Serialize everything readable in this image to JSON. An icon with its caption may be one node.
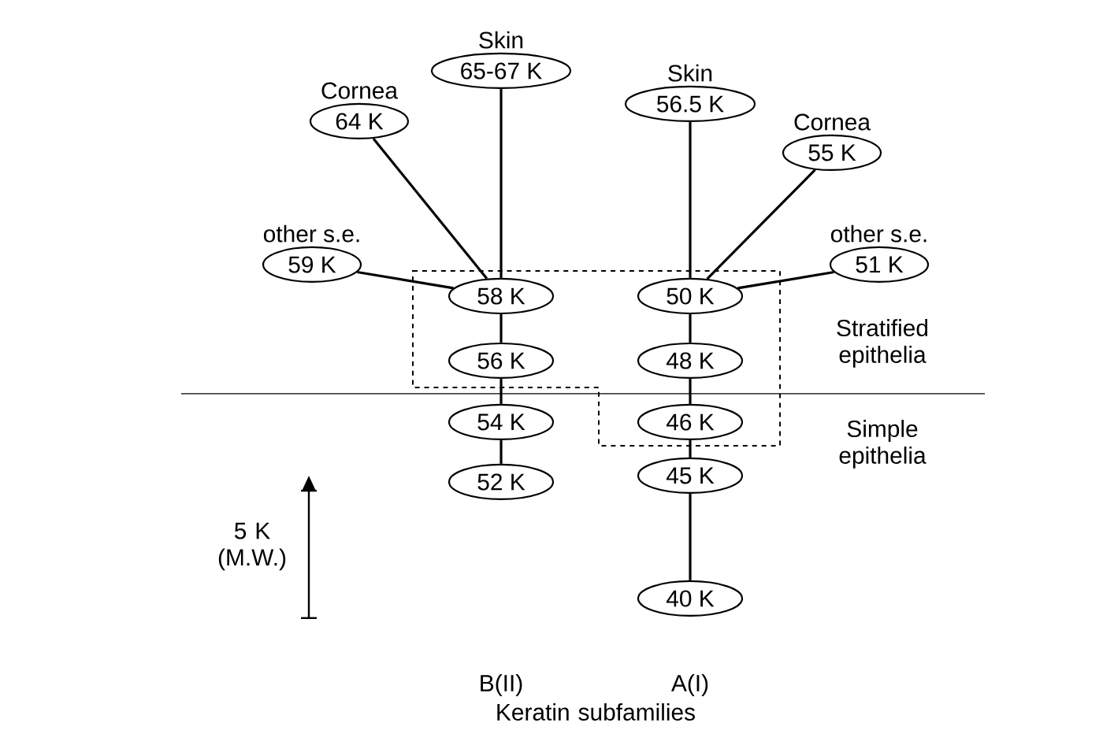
{
  "diagram": {
    "nodes": [
      {
        "text": [
          "Skin",
          "65-67 K"
        ]
      },
      {
        "text": [
          "Skin",
          "56.5 K"
        ]
      },
      {
        "text": [
          "Cornea",
          "64 K"
        ]
      },
      {
        "text": [
          "Cornea",
          "55 K"
        ]
      },
      {
        "text": [
          "other s.e.",
          "59 K"
        ]
      },
      {
        "text": [
          "other s.e.",
          "51 K"
        ]
      },
      {
        "text": [
          "58 K"
        ]
      },
      {
        "text": [
          "50 K"
        ]
      },
      {
        "text": [
          "56 K"
        ]
      },
      {
        "text": [
          "48 K"
        ]
      },
      {
        "text": [
          "54 K"
        ]
      },
      {
        "text": [
          "46 K"
        ]
      },
      {
        "text": [
          "52 K"
        ]
      },
      {
        "text": [
          "45 K"
        ]
      },
      {
        "text": [
          "40 K"
        ]
      }
    ],
    "edges": [
      {
        "from": 0,
        "to": 6,
        "arrow": "none"
      },
      {
        "from": 2,
        "to": 6,
        "arrow": "none"
      },
      {
        "from": 4,
        "to": 6,
        "arrow": "none"
      },
      {
        "from": 6,
        "to": 8,
        "arrow": "none"
      },
      {
        "from": 8,
        "to": 10,
        "arrow": "none"
      },
      {
        "from": 10,
        "to": 12,
        "arrow": "none"
      },
      {
        "from": 1,
        "to": 7,
        "arrow": "none"
      },
      {
        "from": 3,
        "to": 7,
        "arrow": "none"
      },
      {
        "from": 5,
        "to": 7,
        "arrow": "none"
      },
      {
        "from": 7,
        "to": 9,
        "arrow": "none"
      },
      {
        "from": 9,
        "to": 11,
        "arrow": "none"
      },
      {
        "from": 11,
        "to": 13,
        "arrow": "none"
      },
      {
        "from": 13,
        "to": 14,
        "arrow": "none"
      }
    ],
    "labels": [
      "Stratified epithelia",
      "Simple epithelia",
      "5 K (M.W.)",
      "B(II)",
      "A(I)",
      "Keratin subfamilies"
    ]
  }
}
